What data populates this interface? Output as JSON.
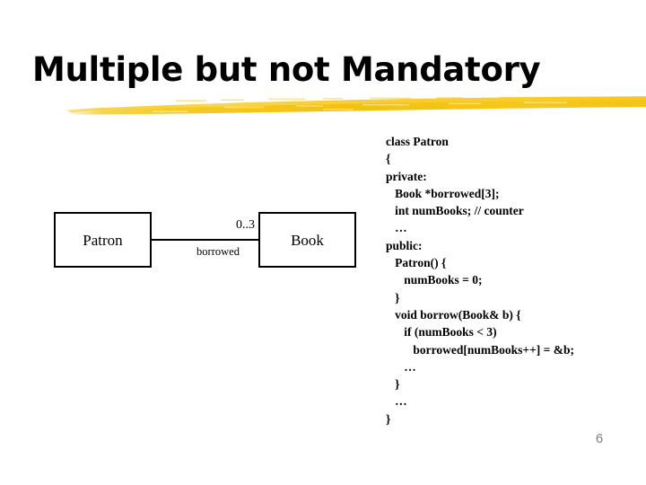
{
  "slide": {
    "title": "Multiple but not Mandatory",
    "page_number": "6",
    "accent_color": "#F2C017",
    "text_color": "#000000",
    "page_number_color": "#808080",
    "background_color": "#FFFFFF"
  },
  "diagram": {
    "type": "uml-class-association",
    "boxes": [
      {
        "name": "patron",
        "label": "Patron"
      },
      {
        "name": "book",
        "label": "Book"
      }
    ],
    "association": {
      "multiplicity": "0..3",
      "role_name": "borrowed"
    }
  },
  "code": {
    "language": "cpp",
    "lines": [
      "class Patron",
      "{",
      "private:",
      "   Book *borrowed[3];",
      "   int numBooks; // counter",
      "   …",
      "public:",
      "   Patron() {",
      "      numBooks = 0;",
      "   }",
      "   void borrow(Book& b) {",
      "      if (numBooks < 3)",
      "         borrowed[numBooks++] = &b;",
      "      …",
      "   }",
      "   …",
      "}"
    ]
  }
}
